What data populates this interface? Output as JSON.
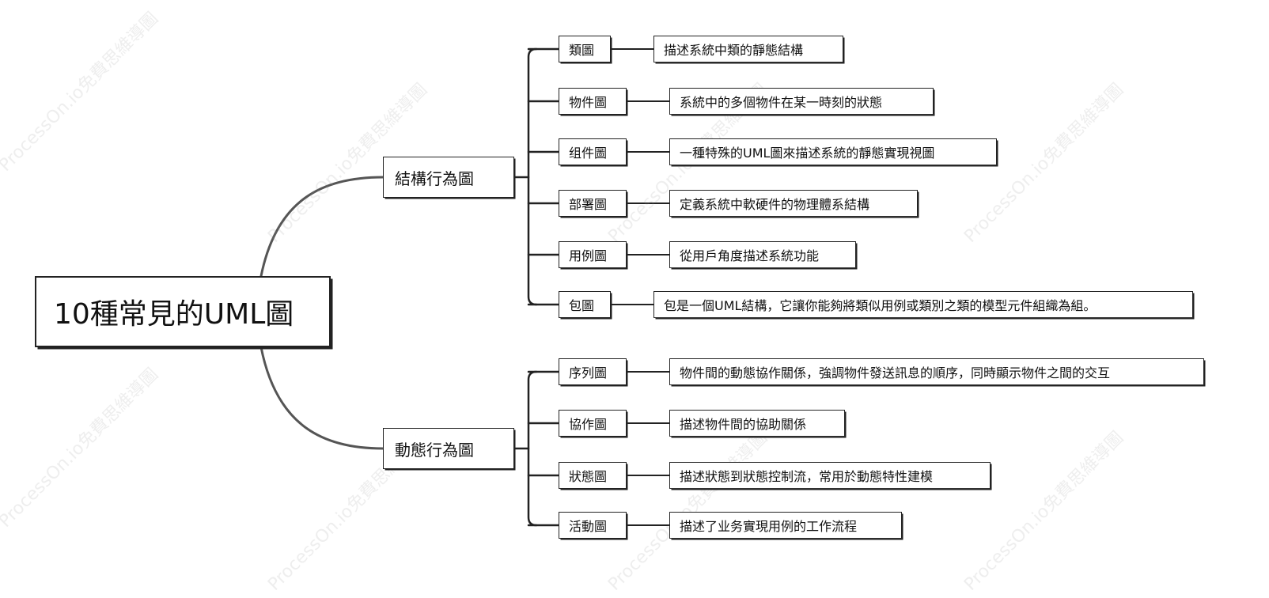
{
  "root": {
    "label": "10種常見的UML圖"
  },
  "branches": [
    {
      "label": "結構行為圖",
      "items": [
        {
          "label": "類圖",
          "desc": "描述系統中類的靜態結構"
        },
        {
          "label": "物件圖",
          "desc": "系統中的多個物件在某一時刻的狀態"
        },
        {
          "label": "组件圖",
          "desc": "一種特殊的UML圖來描述系統的靜態實現視圖"
        },
        {
          "label": "部署圖",
          "desc": "定義系統中軟硬件的物理體系結構"
        },
        {
          "label": "用例圖",
          "desc": "從用戶角度描述系統功能"
        },
        {
          "label": "包圖",
          "desc": "包是一個UML結構，它讓你能夠將類似用例或類別之類的模型元件組織為組。"
        }
      ]
    },
    {
      "label": "動態行為圖",
      "items": [
        {
          "label": "序列圖",
          "desc": "物件間的動態協作關係，強調物件發送訊息的順序，同時顯示物件之間的交互"
        },
        {
          "label": "協作圖",
          "desc": "描述物件間的協助關係"
        },
        {
          "label": "狀態圖",
          "desc": "描述狀態到狀態控制流，常用於動態特性建模"
        },
        {
          "label": "活動圖",
          "desc": "描述了业务實現用例的工作流程"
        }
      ]
    }
  ],
  "watermark": "ProcessOn.io免費思維導圖",
  "colors": {
    "line": "#222222",
    "curve": "#555555"
  }
}
